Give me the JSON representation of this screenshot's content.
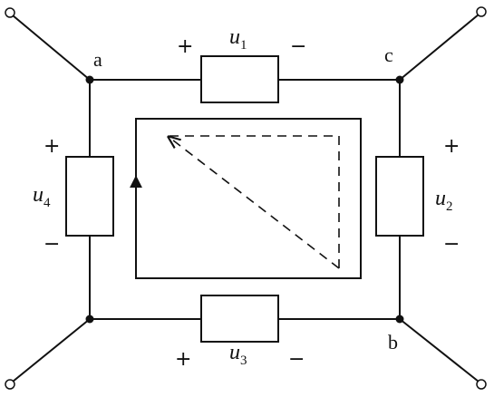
{
  "nodes": {
    "a": "a",
    "b": "b",
    "c": "c"
  },
  "elements": {
    "u1": {
      "symbol": "u",
      "sub": "1",
      "plus": "+",
      "minus": "−"
    },
    "u2": {
      "symbol": "u",
      "sub": "2",
      "plus": "+",
      "minus": "−"
    },
    "u3": {
      "symbol": "u",
      "sub": "3",
      "plus": "+",
      "minus": "−"
    },
    "u4": {
      "symbol": "u",
      "sub": "4",
      "plus": "+",
      "minus": "−"
    }
  }
}
